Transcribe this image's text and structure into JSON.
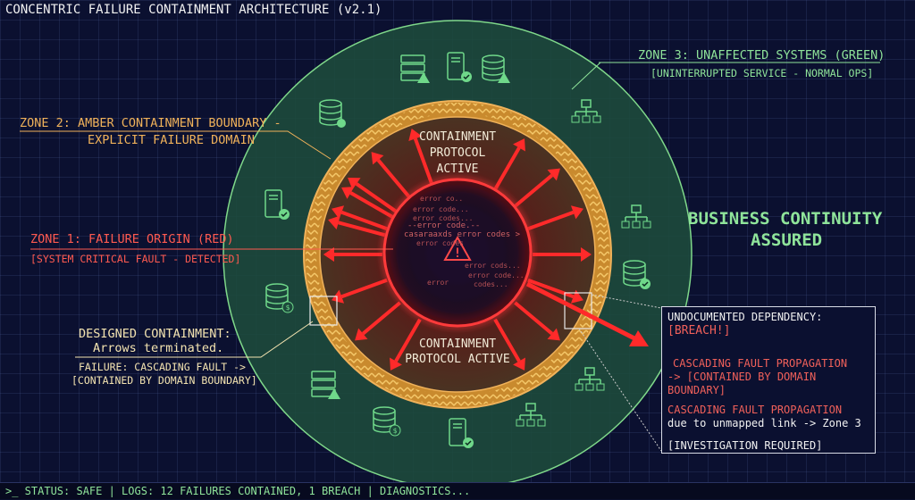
{
  "title": "CONCENTRIC FAILURE CONTAINMENT ARCHITECTURE (v2.1)",
  "zone2": {
    "line1": "ZONE 2: AMBER CONTAINMENT BOUNDARY -",
    "line2": "EXPLICIT FAILURE DOMAIN"
  },
  "zone1": {
    "line1": "ZONE 1: FAILURE ORIGIN (RED)",
    "line2": "[SYSTEM CRITICAL FAULT - DETECTED]"
  },
  "zone3": {
    "line1": "ZONE 3: UNAFFECTED SYSTEMS (GREEN)",
    "line2": "[UNINTERRUPTED SERVICE - NORMAL OPS]"
  },
  "designed": {
    "line1": "DESIGNED CONTAINMENT:",
    "line2": "Arrows terminated.",
    "line3": "FAILURE: CASCADING FAULT ->",
    "line4": "[CONTAINED BY DOMAIN BOUNDARY]"
  },
  "continuity": {
    "line1": "BUSINESS CONTINUITY",
    "line2": "ASSURED"
  },
  "protocol_top": {
    "line1": "CONTAINMENT",
    "line2": "PROTOCOL",
    "line3": "ACTIVE"
  },
  "protocol_bottom": {
    "line1": "CONTAINMENT",
    "line2": "PROTOCOL ACTIVE"
  },
  "core_text": [
    "error co..",
    "error code...",
    "error codes...",
    "--error code.--",
    "casaraaxds error codes >",
    "error codes",
    "error cods...",
    "error code...",
    "error",
    "codes..."
  ],
  "callout": {
    "heading": "UNDOCUMENTED DEPENDENCY:",
    "breach": "[BREACH!]",
    "p1a": "CASCADING FAULT PROPAGATION",
    "p1b": "-> [CONTAINED BY DOMAIN BOUNDARY]",
    "p2a": "CASCADING FAULT PROPAGATION",
    "p2b": "due to unmapped link -> Zone 3",
    "p3": "[INVESTIGATION REQUIRED]"
  },
  "status": ">_ STATUS: SAFE | LOGS: 12 FAILURES CONTAINED, 1 BREACH | DIAGNOSTICS...",
  "colors": {
    "red": "#ff2a2a",
    "amber": "#e6a13a",
    "green": "#5fd47a",
    "background": "#0b1030"
  },
  "icons": [
    "server-rack-warning-icon",
    "server-check-icon",
    "database-warning-icon",
    "database-settings-icon",
    "network-icon",
    "server-check-icon",
    "network-icon",
    "database-check-icon",
    "database-dollar-icon",
    "server-rack-warning-icon",
    "database-dollar-icon",
    "server-transfer-check-icon",
    "network-icon",
    "network-icon"
  ]
}
